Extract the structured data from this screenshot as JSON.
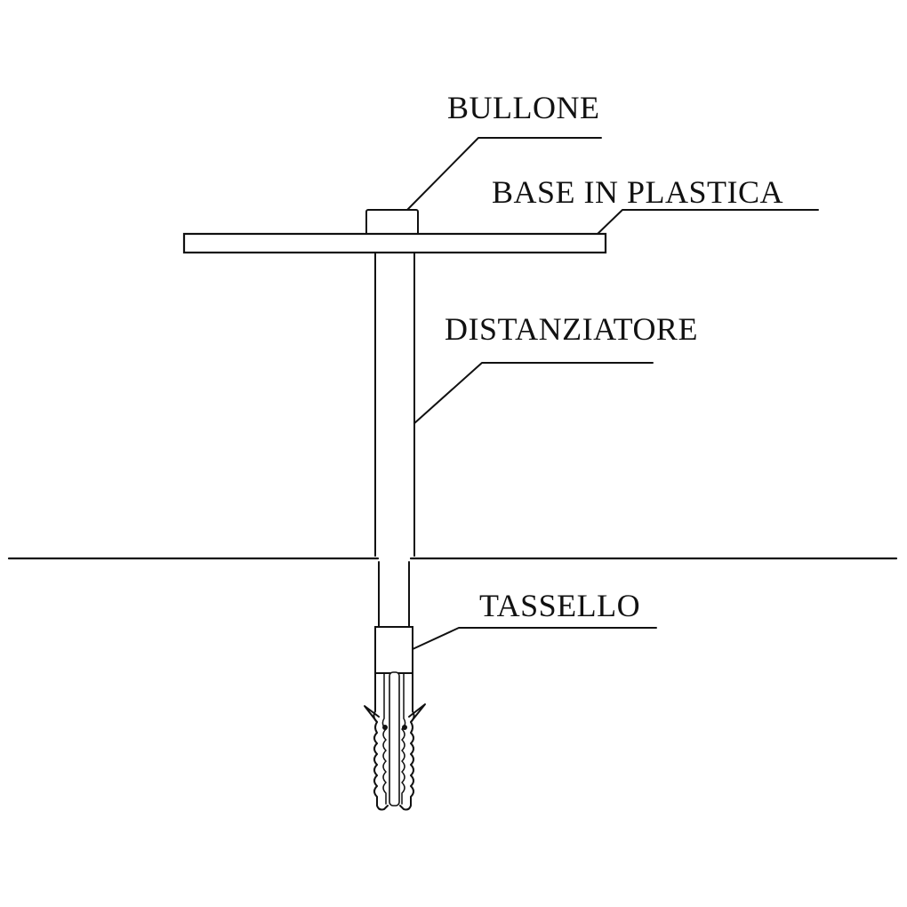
{
  "labels": {
    "bolt": "BULLONE",
    "plastic_base": "BASE IN PLASTICA",
    "spacer": "DISTANZIATORE",
    "wall_plug": "TASSELLO"
  },
  "colors": {
    "ink": "#111111",
    "background": "#ffffff"
  }
}
